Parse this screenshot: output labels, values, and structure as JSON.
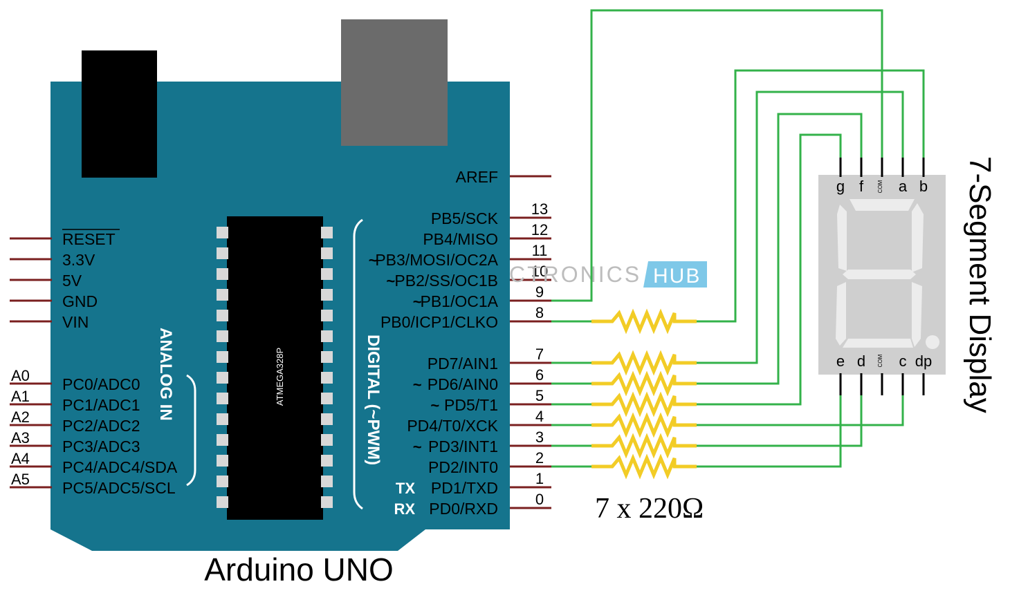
{
  "colors": {
    "board": "#15748d",
    "board_dark": "#0e5f74",
    "jack": "#000000",
    "usb": "#6b6b6b",
    "pin_line": "#7a1f1f",
    "wire": "#33b24a",
    "resistor": "#f2cc26",
    "display_body": "#cfcfcf",
    "segment": "#ececec",
    "chip": "#000000",
    "chip_pin": "#d8d8d8",
    "label": "#ffffff",
    "text": "#000000",
    "watermark": "#bdbdbd",
    "watermark_accent": "#7ec8e8"
  },
  "board": {
    "name": "Arduino UNO",
    "chip_label": "ATMEGA328P",
    "analog_group_label": "ANALOG IN",
    "digital_group_label": "DIGITAL (~PWM)",
    "aref_label": "AREF"
  },
  "power_pins": [
    {
      "label": "RESET",
      "overline": true
    },
    {
      "label": "3.3V"
    },
    {
      "label": "5V"
    },
    {
      "label": "GND"
    },
    {
      "label": "VIN"
    }
  ],
  "analog_pins": [
    {
      "number": "A0",
      "label": "PC0/ADC0"
    },
    {
      "number": "A1",
      "label": "PC1/ADC1"
    },
    {
      "number": "A2",
      "label": "PC2/ADC2"
    },
    {
      "number": "A3",
      "label": "PC3/ADC3"
    },
    {
      "number": "A4",
      "label": "PC4/ADC4/SDA"
    },
    {
      "number": "A5",
      "label": "PC5/ADC5/SCL"
    }
  ],
  "digital_pins_upper": [
    {
      "number": "13",
      "label": "PB5/SCK",
      "prefix": ""
    },
    {
      "number": "12",
      "label": "PB4/MISO",
      "prefix": ""
    },
    {
      "number": "11",
      "label": "PB3/MOSI/OC2A",
      "prefix": "~"
    },
    {
      "number": "10",
      "label": "PB2/SS/OC1B",
      "prefix": "~"
    },
    {
      "number": "9",
      "label": "PB1/OC1A",
      "prefix": "~"
    },
    {
      "number": "8",
      "label": "PB0/ICP1/CLKO",
      "prefix": ""
    }
  ],
  "digital_pins_lower": [
    {
      "number": "7",
      "label": "PD7/AIN1",
      "prefix": ""
    },
    {
      "number": "6",
      "label": "PD6/AIN0",
      "prefix": "~"
    },
    {
      "number": "5",
      "label": "PD5/T1",
      "prefix": "~"
    },
    {
      "number": "4",
      "label": "PD4/T0/XCK",
      "prefix": ""
    },
    {
      "number": "3",
      "label": "PD3/INT1",
      "prefix": "~"
    },
    {
      "number": "2",
      "label": "PD2/INT0",
      "prefix": ""
    },
    {
      "number": "1",
      "label": "PD1/TXD",
      "prefix": "TX"
    },
    {
      "number": "0",
      "label": "PD0/RXD",
      "prefix": "RX"
    }
  ],
  "resistors": {
    "count": 7,
    "caption": "7 x 220Ω"
  },
  "display": {
    "title": "7-Segment Display",
    "top_pins": [
      "g",
      "f",
      "COM",
      "a",
      "b"
    ],
    "bottom_pins": [
      "e",
      "d",
      "COM",
      "c",
      "dp"
    ]
  },
  "watermark": {
    "text_left": "CTRONICS",
    "text_right": "HUB"
  }
}
